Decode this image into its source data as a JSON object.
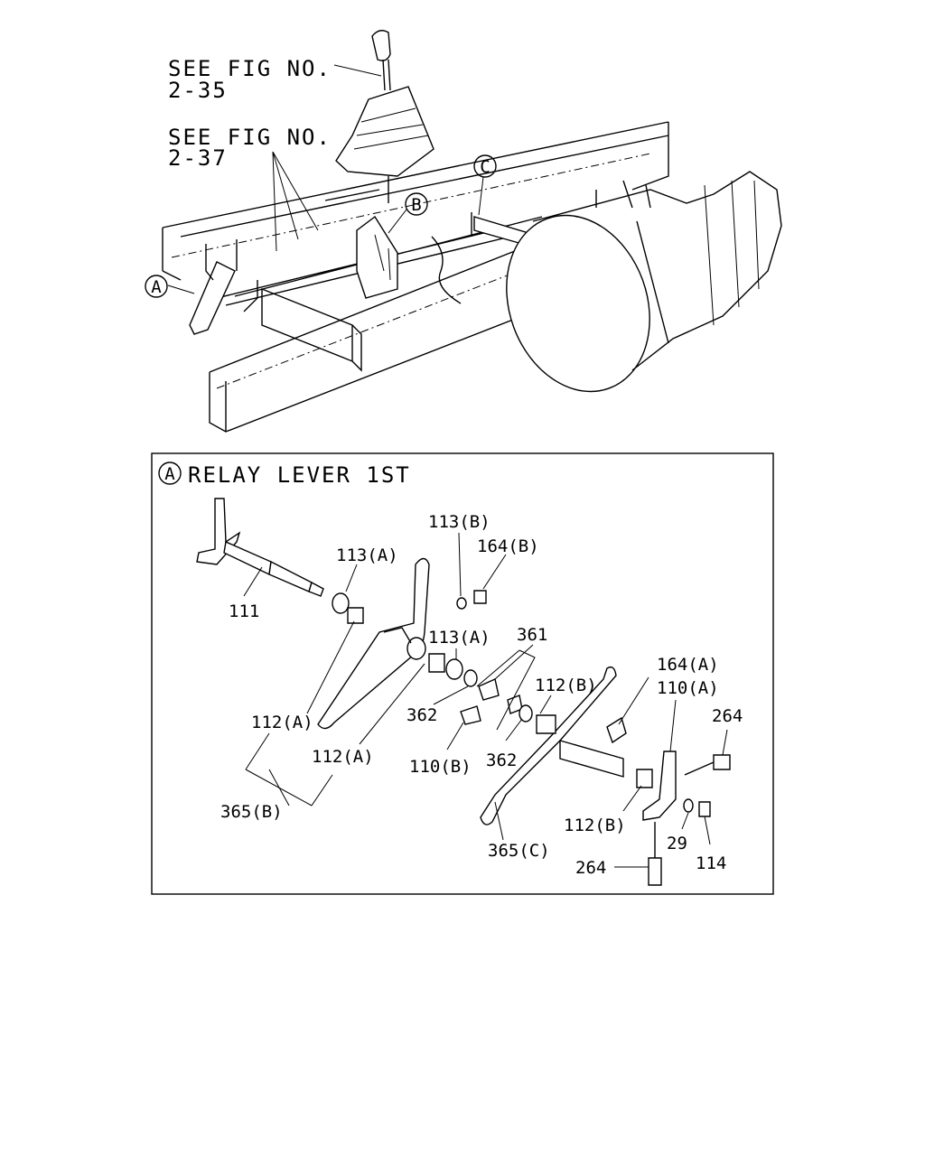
{
  "overview": {
    "see_fig_1_line1": "SEE FIG NO.",
    "see_fig_1_line2": "2-35",
    "see_fig_2_line1": "SEE FIG NO.",
    "see_fig_2_line2": "2-37",
    "marker_a": "A",
    "marker_b": "B",
    "marker_c": "C"
  },
  "detail": {
    "marker": "A",
    "title": "RELAY LEVER 1ST",
    "parts": {
      "p111": "111",
      "p113a_1": "113(A)",
      "p113b": "113(B)",
      "p164b": "164(B)",
      "p113a_2": "113(A)",
      "p361": "361",
      "p112a_1": "112(A)",
      "p362_1": "362",
      "p112b_1": "112(B)",
      "p164a": "164(A)",
      "p110a": "110(A)",
      "p264_1": "264",
      "p112a_2": "112(A)",
      "p110b": "110(B)",
      "p362_2": "362",
      "p365b": "365(B)",
      "p112b_2": "112(B)",
      "p29": "29",
      "p114": "114",
      "p365c": "365(C)",
      "p264_2": "264"
    }
  }
}
